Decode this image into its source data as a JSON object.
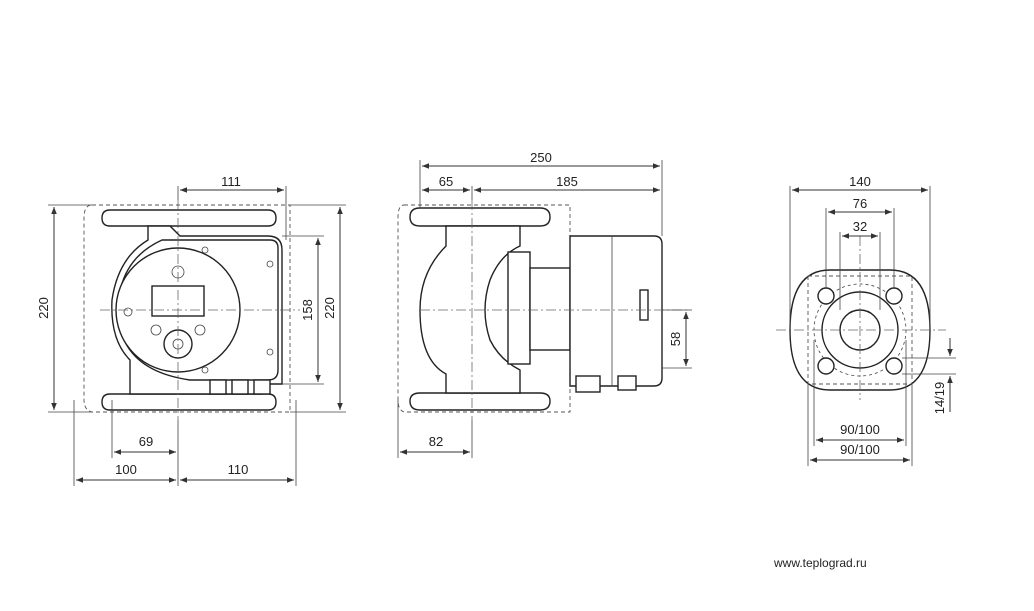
{
  "dimensions": {
    "front": {
      "width_top": "111",
      "height_left": "220",
      "height_mid": "158",
      "height_right": "220",
      "bottom_inner": "69",
      "bottom_left": "100",
      "bottom_right": "110"
    },
    "side": {
      "total_length": "250",
      "left_part": "65",
      "right_part": "185",
      "shaft_height": "58",
      "bottom_left": "82"
    },
    "flange": {
      "outer_width": "140",
      "bolt_spacing": "76",
      "bore": "32",
      "bolt_hole": "14/19",
      "pcd_1": "90/100",
      "pcd_2": "90/100"
    }
  },
  "footer": {
    "website": "www.teplograd.ru"
  }
}
